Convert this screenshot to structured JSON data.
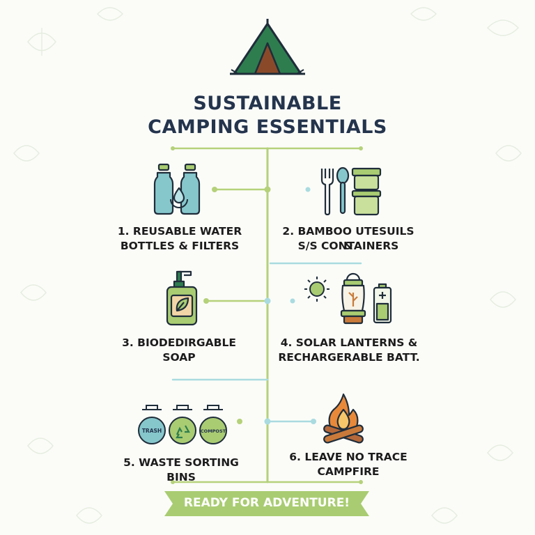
{
  "title": {
    "line1": "SUSTAINABLE",
    "line2": "CAMPING ESSENTIALS"
  },
  "items": [
    {
      "label_line1": "1. REUSABLE WATER",
      "label_line2": "BOTTLES & FILTERS"
    },
    {
      "label_line1": "2. BAMBOO UTESUILS &",
      "label_line2": "S/S CONTAINERS"
    },
    {
      "label_line1": "3. BIODEDIRGABLE",
      "label_line2": "SOAP"
    },
    {
      "label_line1": "4. SOLAR LANTERNS &",
      "label_line2": "RECHARGERABLE BATT."
    },
    {
      "label_line1": "5. WASTE SORTING BINS",
      "label_line2": ""
    },
    {
      "label_line1": "6. LEAVE NO TRACE",
      "label_line2": "CAMPFIRE"
    }
  ],
  "bins": {
    "trash": "TRASH",
    "compost": "COMPOST"
  },
  "footer": {
    "banner": "READY FOR ADVENTURE!"
  },
  "colors": {
    "title": "#24344d",
    "green_line": "#b5d17a",
    "teal_line": "#a9dbe0",
    "tent": "#2e7d4f",
    "banner": "#a9cc72"
  },
  "icons": [
    "tent-icon",
    "water-bottle-icon",
    "fork-icon",
    "spoon-icon",
    "container-icon",
    "soap-bottle-icon",
    "sun-icon",
    "lantern-icon",
    "battery-icon",
    "waste-bin-icon",
    "recycle-icon",
    "campfire-icon"
  ]
}
